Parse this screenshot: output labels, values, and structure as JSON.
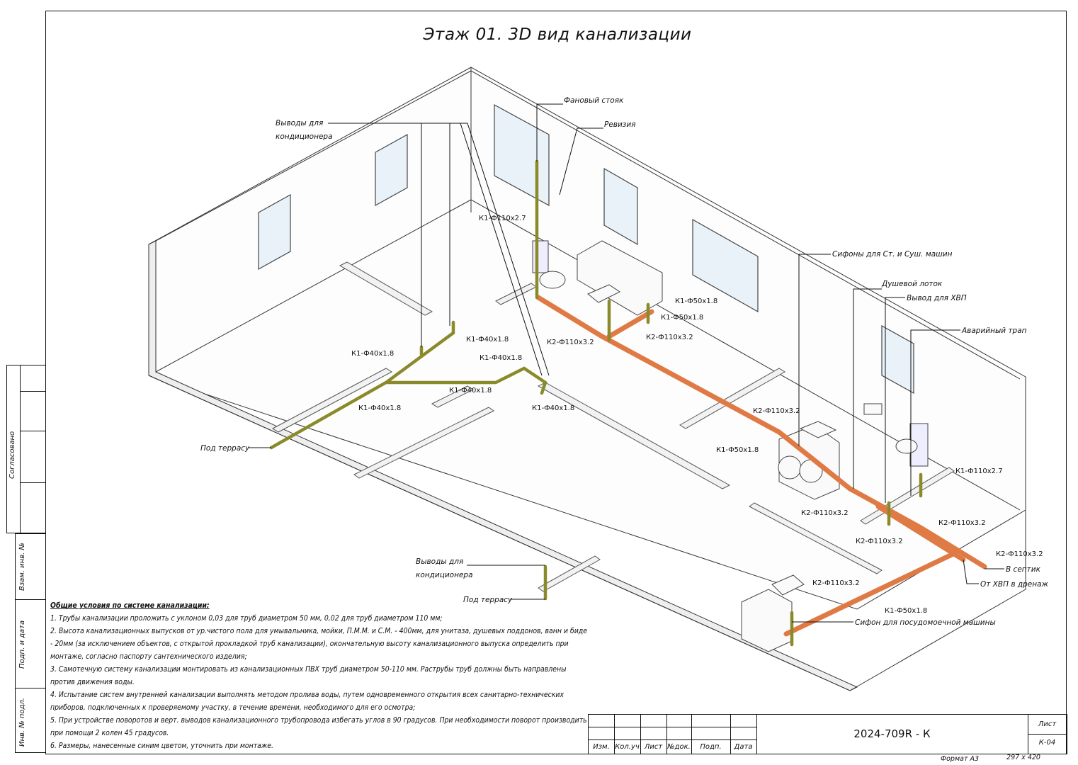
{
  "title": "Этаж 01. 3D вид канализации",
  "labels": {
    "fan_riser": "Фановый стояк",
    "revision": "Ревизия",
    "ac_outlets_top": [
      "Выводы для",
      "кондиционера"
    ],
    "ac_outlets_bottom": [
      "Выводы для",
      "кондиционера"
    ],
    "washer_siphons": "Сифоны для Ст. и Суш. машин",
    "shower_tray": "Душевой лоток",
    "hvp_outlet": "Вывод для ХВП",
    "emergency_drain": "Аварийный трап",
    "under_terrace_1": "Под террасу",
    "under_terrace_2": "Под террасу",
    "to_septic": "В септик",
    "from_hvp": "От ХВП в дренаж",
    "dishwasher_siphon": "Сифон для посудомоечной машины"
  },
  "pipe_labels": {
    "k1_110_top": "К1-Ф110х2.7",
    "k1_50_a": "К1-Ф50х1.8",
    "k1_50_b": "К1-Ф50х1.8",
    "k2_110_a": "К2-Ф110х3.2",
    "k2_110_b": "К2-Ф110х3.2",
    "k1_40_a": "К1-Ф40х1.8",
    "k1_40_b": "К1-Ф40х1.8",
    "k1_40_c": "К1-Ф40х1.8",
    "k1_40_d": "К1-Ф40х1.8",
    "k1_40_e": "К1-Ф40х1.8",
    "k1_40_f": "К1-Ф40х1.8",
    "k2_110_c": "К2-Ф110х3.2",
    "k1_50_c": "К1-Ф50х1.8",
    "k1_110_right": "К1-Ф110х2.7",
    "k2_110_d": "К2-Ф110х3.2",
    "k2_110_e": "К2-Ф110х3.2",
    "k2_110_f": "К2-Ф110х3.2",
    "k2_110_g": "К2-Ф110х3.2",
    "k2_110_h": "К2-Ф110х3.2",
    "k1_50_d": "К1-Ф50х1.8"
  },
  "notes": {
    "heading": "Общие условия по системе канализации:",
    "items": [
      "1. Трубы канализации проложить с уклоном 0,03 для труб диаметром 50 мм, 0,02 для труб диаметром 110 мм;",
      "2. Высота канализационных выпусков от ур.чистого пола для умывальника, мойки, П.М.М. и С.М. - 400мм, для унитаза, душевых поддонов, ванн и биде - 20мм (за исключением объектов, с открытой прокладкой труб канализации), окончательную высоту канализационного выпуска определить при монтаже, согласно паспорту сантехнического изделия;",
      "3. Самотечную систему канализации монтировать из канализационных ПВХ труб диаметром 50-110 мм. Раструбы труб должны быть направлены против движения воды.",
      "4. Испытание систем внутренней канализации выполнять методом пролива воды, путем одновременного открытия всех санитарно-технических приборов, подключенных к проверяемому участку, в течение времени, необходимого для его осмотра;",
      "5. При устройстве поворотов и верт. выводов канализационного трубопровода избегать углов в 90 градусов. При необходимости поворот производить при помощи 2 колен 45 градусов.",
      "6. Размеры, нанесенные синим цветом, уточнить при монтаже."
    ]
  },
  "side_stamp": {
    "agreed": "Согласовано",
    "replaced_inv": "Взам. инв. №",
    "sign_date": "Подп. и дата",
    "inv_orig": "Инв. № подл."
  },
  "title_block": {
    "code": "2024-709R - К",
    "sheet_label": "Лист",
    "sheet_value": "К-04",
    "columns": [
      "Изм.",
      "Кол.уч",
      "Лист",
      "№док.",
      "Подп.",
      "Дата"
    ],
    "format": "Формат А3",
    "size": "297 х 420"
  },
  "colors": {
    "k1_pipe": "#8a8a2a",
    "k2_pipe": "#e07a45",
    "line": "#111111"
  }
}
